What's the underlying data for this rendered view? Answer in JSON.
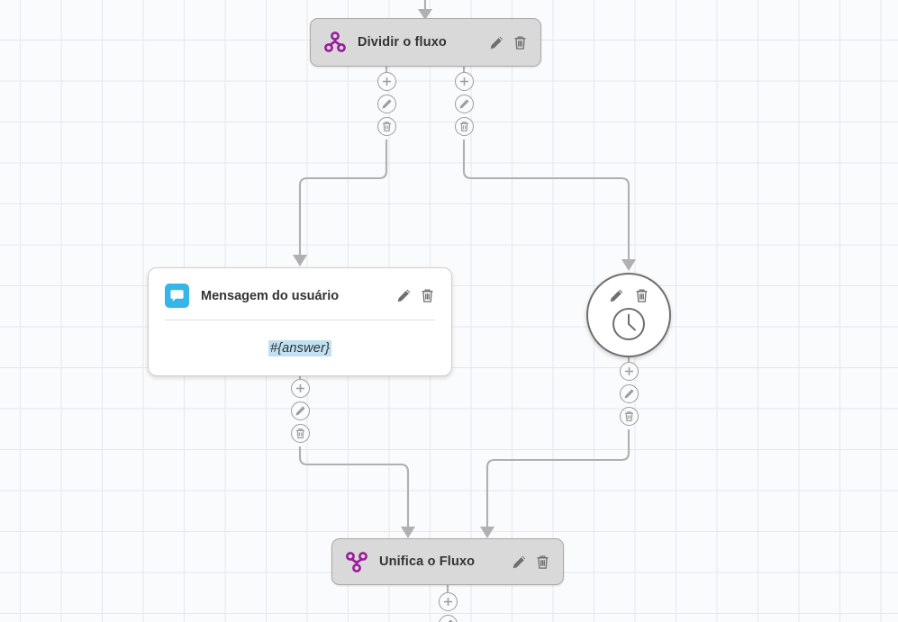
{
  "canvas": {
    "grid_color": "#e3e8ef",
    "background_color": "#fafbfc",
    "edge_color": "#b0b0b0"
  },
  "nodes": {
    "split": {
      "title": "Dividir o fluxo",
      "icon": "split-flow-icon",
      "icon_color": "#9c1a9c",
      "edit_label": "Editar",
      "delete_label": "Excluir"
    },
    "message": {
      "title": "Mensagem do usuário",
      "icon": "chat-bubble-icon",
      "icon_bg": "#36b5e8",
      "body_text": "#{answer}",
      "body_highlight": "#bfe1f2",
      "edit_label": "Editar",
      "delete_label": "Excluir"
    },
    "delay": {
      "icon": "clock-icon",
      "edit_label": "Editar",
      "delete_label": "Excluir"
    },
    "merge": {
      "title": "Unifica o Fluxo",
      "icon": "merge-flow-icon",
      "icon_color": "#9c1a9c",
      "edit_label": "Editar",
      "delete_label": "Excluir"
    }
  },
  "ports": {
    "add_label": "+",
    "edit_label": "Editar conexão",
    "delete_label": "Remover conexão"
  }
}
